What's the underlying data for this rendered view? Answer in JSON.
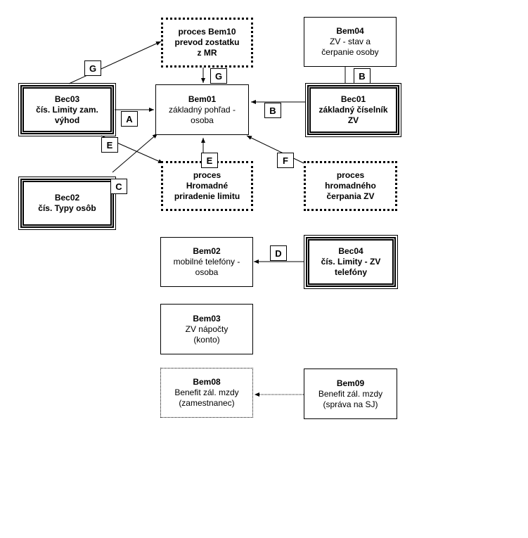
{
  "boxes": {
    "bem10": {
      "code": "proces Bem10",
      "l1": "prevod zostatku",
      "l2": "z MR"
    },
    "bem04": {
      "code": "Bem04",
      "l1": "ZV - stav a",
      "l2": "čerpanie osoby"
    },
    "bec03": {
      "code": "Bec03",
      "l1": "čís. Limity zam.",
      "l2": "výhod"
    },
    "bem01": {
      "code": "Bem01",
      "l1": "základný pohľad -",
      "l2": "osoba"
    },
    "bec01": {
      "code": "Bec01",
      "l1": "základný číselník",
      "l2": "ZV"
    },
    "bec02": {
      "code": "Bec02",
      "l1": "čís. Typy osôb"
    },
    "hromadne": {
      "code": "proces",
      "l1": "Hromadné",
      "l2": "priradenie limitu"
    },
    "cerpanie": {
      "code": "proces",
      "l1": "hromadného",
      "l2": "čerpania ZV"
    },
    "bem02": {
      "code": "Bem02",
      "l1": "mobilné telefóny -",
      "l2": "osoba"
    },
    "bec04": {
      "code": "Bec04",
      "l1": "čís. Limity - ZV",
      "l2": "telefóny"
    },
    "bem03": {
      "code": "Bem03",
      "l1": "ZV nápočty",
      "l2": "(konto)"
    },
    "bem08": {
      "code": "Bem08",
      "l1": "Benefit zál. mzdy",
      "l2": "(zamestnanec)"
    },
    "bem09": {
      "code": "Bem09",
      "l1": "Benefit zál. mzdy",
      "l2": "(správa na SJ)"
    }
  },
  "labels": {
    "g_top": "G",
    "g_mid": "G",
    "b_top": "B",
    "a": "A",
    "b_mid": "B",
    "e_left": "E",
    "e_mid": "E",
    "c": "C",
    "f": "F",
    "d": "D"
  }
}
